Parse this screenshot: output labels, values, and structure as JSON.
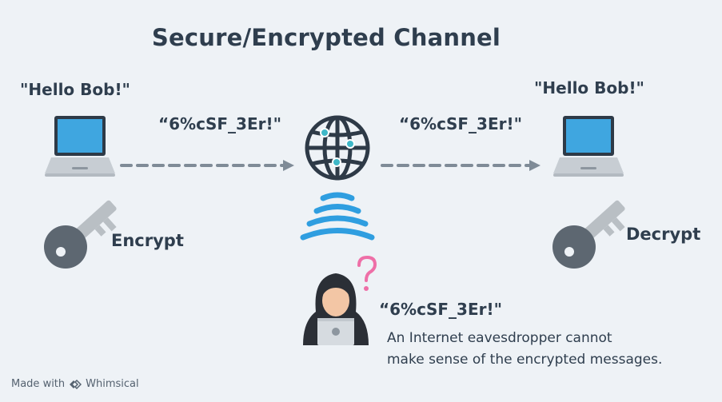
{
  "title": "Secure/Encrypted Channel",
  "sender": {
    "message": "\"Hello Bob!\"",
    "key_label": "Encrypt"
  },
  "receiver": {
    "message": "\"Hello Bob!\"",
    "key_label": "Decrypt"
  },
  "ciphertext_left": "“6%cSF_3Er!\"",
  "ciphertext_right": "“6%cSF_3Er!\"",
  "eavesdropper": {
    "ciphertext": "“6%cSF_3Er!\"",
    "caption_line1": "An Internet eavesdropper cannot",
    "caption_line2": "make sense of the encrypted messages."
  },
  "footer": {
    "made_with": "Made with",
    "brand": "Whimsical"
  },
  "colors": {
    "background": "#eef2f6",
    "text": "#2f3e4e",
    "laptop_screen": "#3fa6e0",
    "laptop_body": "#c7cdd3",
    "arrow": "#7f8b97",
    "key": "#b9bfc4",
    "key_head": "#5d6771",
    "signal": "#2f9ee0",
    "question": "#ee6fa7"
  }
}
